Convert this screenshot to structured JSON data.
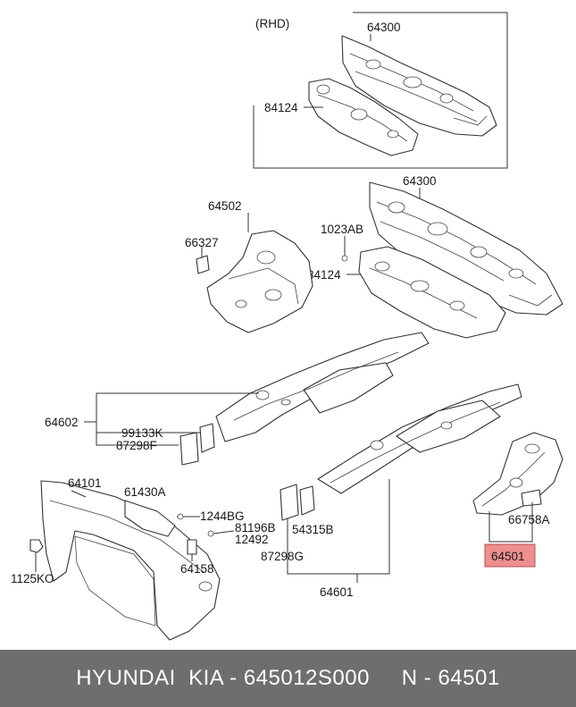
{
  "variant_label": "(RHD)",
  "callouts": {
    "c64300_top": "64300",
    "c84124_top": "84124",
    "c64300_mid": "64300",
    "c1023AB": "1023AB",
    "c84124_mid": "84124",
    "c64502": "64502",
    "c66327": "66327",
    "c64602": "64602",
    "c99133K": "99133K",
    "c87298F": "87298F",
    "c64101": "64101",
    "c61430A": "61430A",
    "c1244BG": "1244BG",
    "c81196B": "81196B",
    "c12492": "12492",
    "c64158": "64158",
    "c1125KO": "1125KO",
    "c54315B": "54315B",
    "c87298G": "87298G",
    "c64601": "64601",
    "c66758A": "66758A",
    "c64501": "64501"
  },
  "highlight_color": "#ee8f8f",
  "footer": {
    "brand": "HYUNDAI  KIA - 645012S000",
    "ref": "N - 64501"
  }
}
